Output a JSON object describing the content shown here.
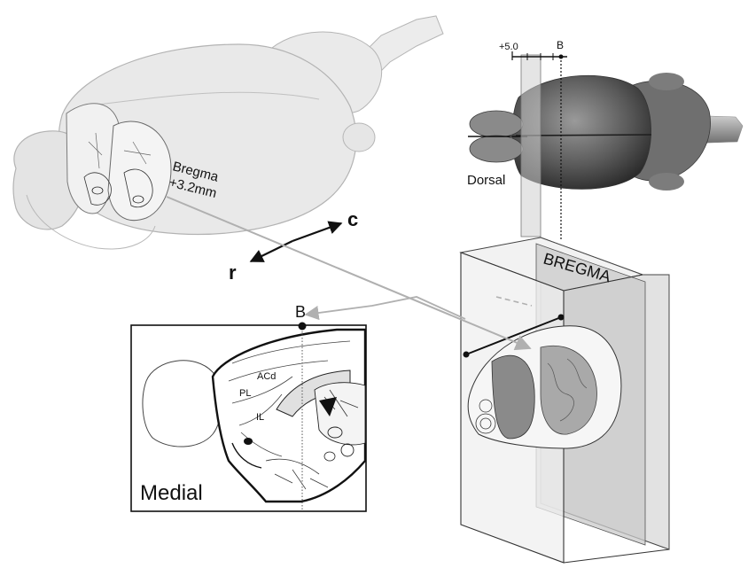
{
  "labels": {
    "bregma_note_line1": "Bregma",
    "bregma_note_line2": "+3.2mm",
    "axis_caudal": "c",
    "axis_rostral": "r",
    "scale_plus": "+5.0",
    "scale_b": "B",
    "dorsal": "Dorsal",
    "bregma_block": "BREGMA",
    "medial_b": "B",
    "medial": "Medial",
    "region_acd": "ACd",
    "region_pl": "PL",
    "region_il": "IL"
  },
  "colors": {
    "brain_fill": "#e9e9e9",
    "brain_stroke": "#b3b3b3",
    "photo_dark": "#2e2e2e",
    "block_fill": "#d4d4d4",
    "section_fill": "#8a8a8a"
  }
}
